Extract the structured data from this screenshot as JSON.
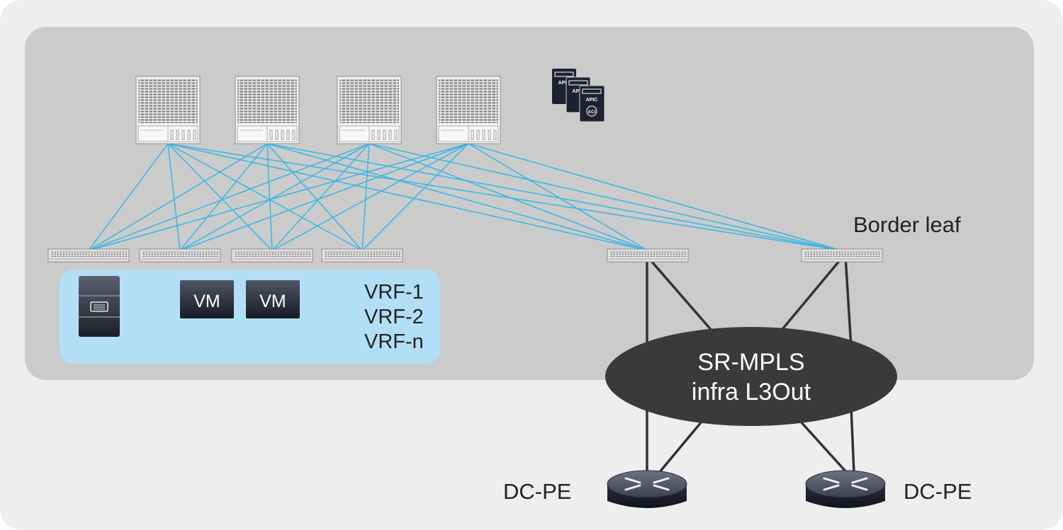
{
  "diagram": {
    "apic_labels": [
      "APIC",
      "APIC",
      "APIC"
    ],
    "apic_badge": "ACI",
    "vm_labels": [
      "VM",
      "VM"
    ],
    "vrf_labels": [
      "VRF-1",
      "VRF-2",
      "VRF-n"
    ],
    "border_leaf_label": "Border leaf",
    "cloud_line1": "SR-MPLS",
    "cloud_line2": "infra L3Out",
    "pe_left_label": "DC-PE",
    "pe_right_label": "DC-PE",
    "colors": {
      "outer_bg": "#efeeef",
      "fabric_bg": "#cbcbcb",
      "tenant_bg": "#b3dff6",
      "fabric_link": "#3db7e4",
      "wan_link": "#333333",
      "cloud": "#3a3a3a"
    }
  }
}
